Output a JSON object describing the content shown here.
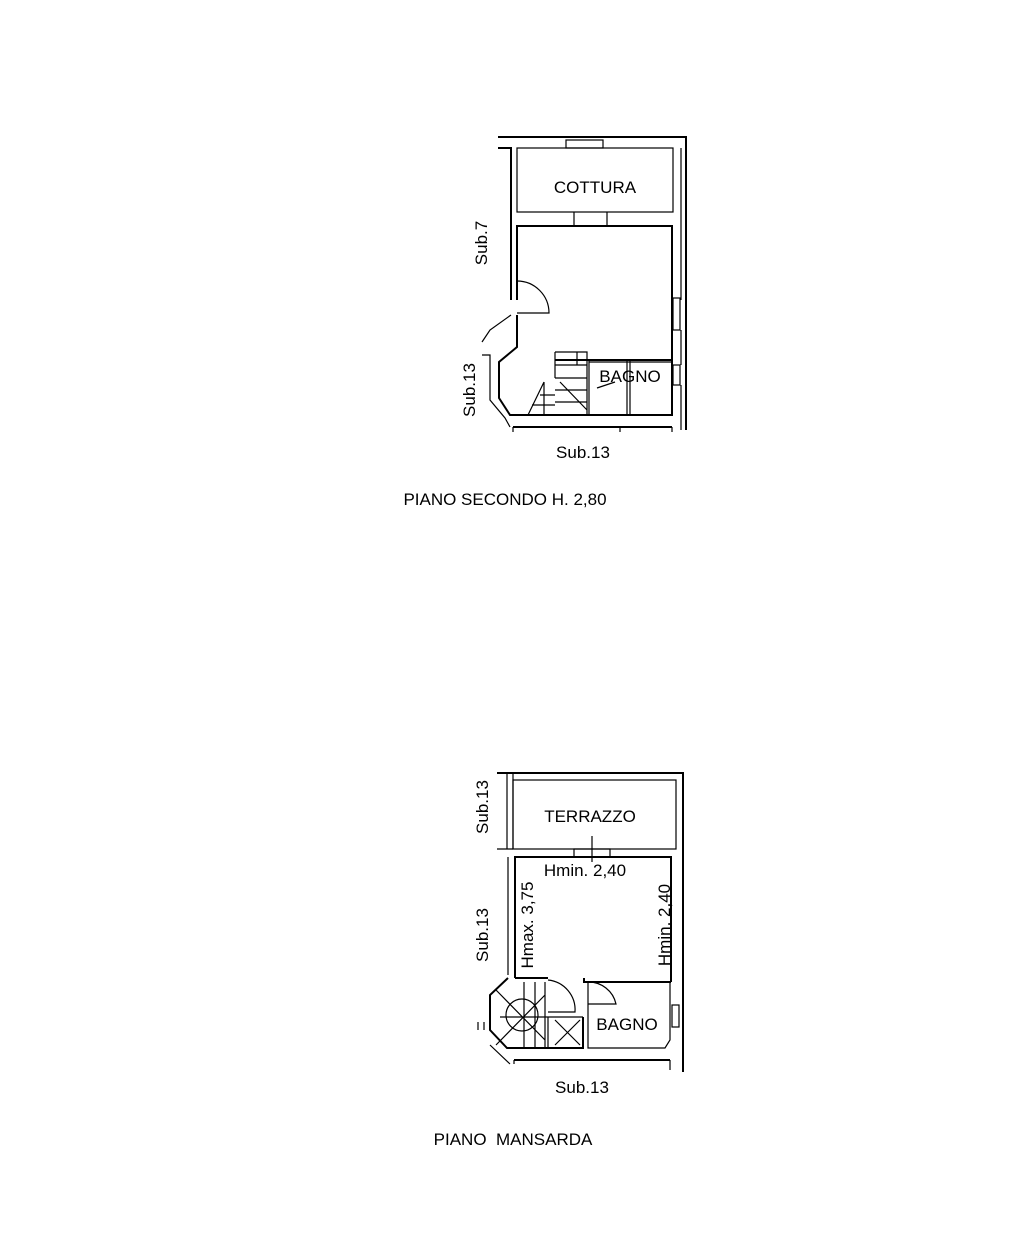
{
  "plans": [
    {
      "title": "PIANO SECONDO H. 2,80",
      "rooms": [
        "COTTURA",
        "BAGNO"
      ],
      "neighbours": {
        "left_top": "Sub.7",
        "left_bottom": "Sub.13",
        "bottom": "Sub.13"
      }
    },
    {
      "title": "PIANO  MANSARDA",
      "rooms": [
        "TERRAZZO",
        "BAGNO"
      ],
      "heights": {
        "top": "Hmin. 2,40",
        "left": "Hmax. 3,75",
        "right": "Hmin. 2,40"
      },
      "neighbours": {
        "left_top": "Sub.13",
        "left_bottom": "Sub.13",
        "bottom": "Sub.13"
      }
    }
  ]
}
